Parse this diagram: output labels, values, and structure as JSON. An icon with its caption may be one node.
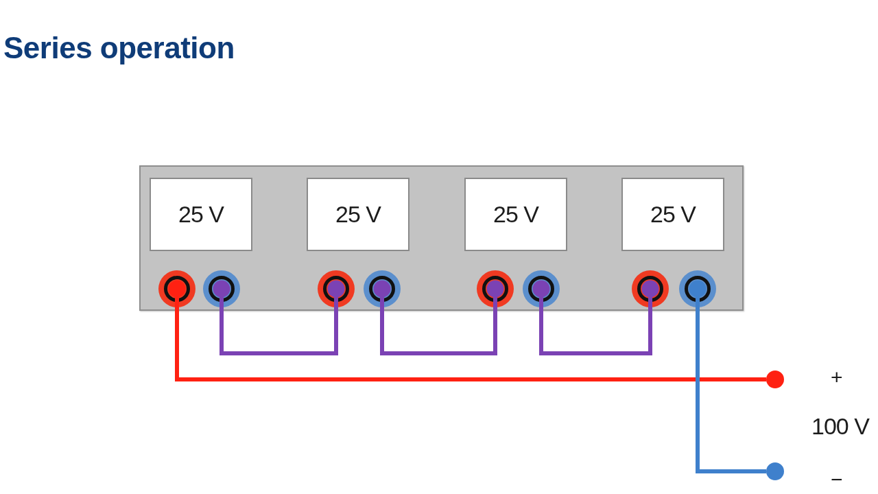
{
  "diagram": {
    "title": "Series operation",
    "nodes": [
      {
        "text": [],
        "shape": "box"
      },
      {
        "text": [
          "25 V"
        ],
        "in": 0
      },
      {
        "text": [
          "25 V"
        ],
        "in": 0
      },
      {
        "text": [
          "25 V"
        ],
        "in": 0
      },
      {
        "text": [
          "25 V"
        ],
        "in": 0
      },
      {
        "text": [],
        "shape": "circle",
        "in": 0
      },
      {
        "text": [],
        "shape": "circle",
        "in": 0
      },
      {
        "text": [],
        "shape": "circle",
        "in": 0
      },
      {
        "text": [],
        "shape": "circle",
        "in": 0
      },
      {
        "text": [],
        "shape": "circle",
        "in": 0
      },
      {
        "text": [],
        "shape": "circle",
        "in": 0
      },
      {
        "text": [],
        "shape": "circle",
        "in": 0
      },
      {
        "text": [],
        "shape": "circle",
        "in": 0
      },
      {
        "text": [],
        "shape": "circle",
        "beside": [
          "+"
        ]
      },
      {
        "text": [],
        "shape": "circle",
        "beside": [
          "−"
        ]
      }
    ],
    "edges": [
      {
        "from": 5,
        "to": 13,
        "arrow": "none",
        "color": "#ff2112"
      },
      {
        "from": 6,
        "to": 7,
        "arrow": "none"
      },
      {
        "from": 8,
        "to": 9,
        "arrow": "none"
      },
      {
        "from": 10,
        "to": 11,
        "arrow": "none"
      },
      {
        "from": 12,
        "to": 14,
        "arrow": "none",
        "color": "#3f80cc"
      }
    ],
    "labels": [
      "100 V"
    ]
  }
}
